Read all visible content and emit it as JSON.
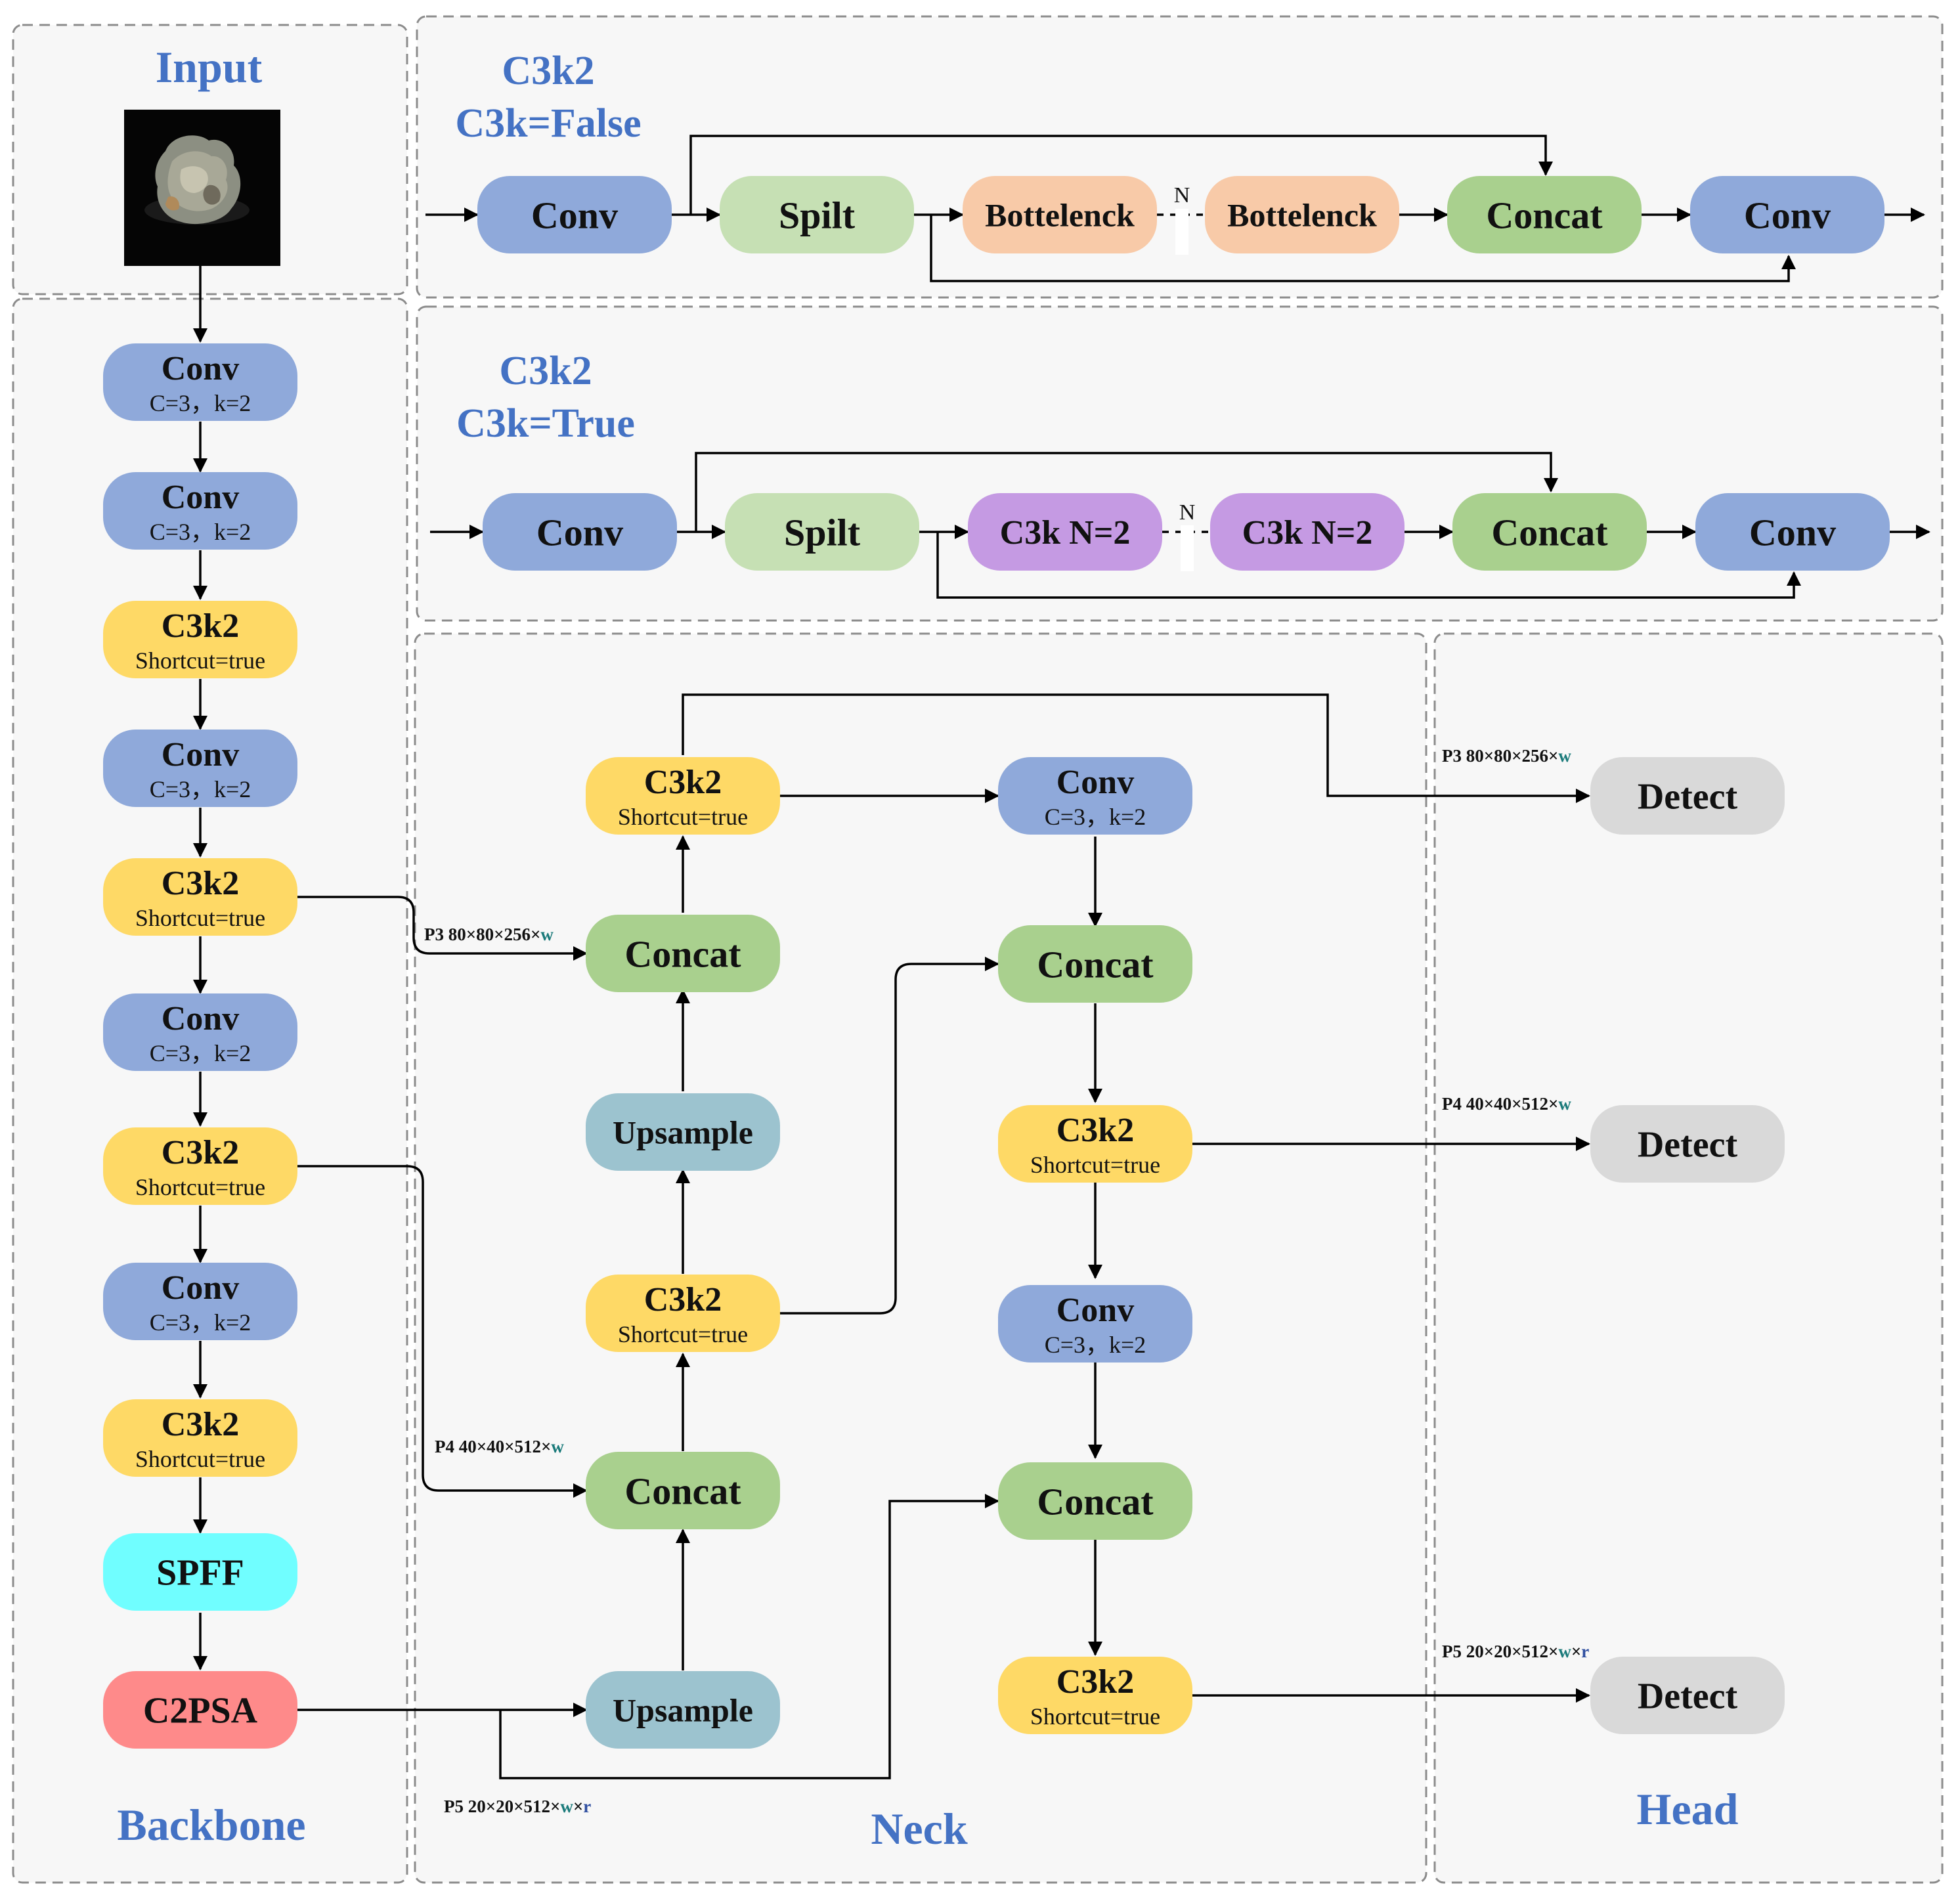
{
  "colors": {
    "conv": "#8fa9da",
    "c3k2": "#fed966",
    "concat": "#a9d08e",
    "upsample": "#9cc3cf",
    "spilt": "#c6e0b4",
    "bottleneck": "#f8caa8",
    "c3k": "#c59ae3",
    "spff": "#70feff",
    "c2psa": "#fe8a8a",
    "detect": "#d9d9d9",
    "title": "#4472c4",
    "panel_border": "#8c8c8c"
  },
  "panels": {
    "input": {
      "title": "Input",
      "image_icon": "mineral-sample-image"
    },
    "backbone": {
      "title": "Backbone",
      "nodes": [
        {
          "label": "Conv",
          "sub": "C=3，k=2"
        },
        {
          "label": "Conv",
          "sub": "C=3，k=2"
        },
        {
          "label": "C3k2",
          "sub": "Shortcut=true"
        },
        {
          "label": "Conv",
          "sub": "C=3，k=2"
        },
        {
          "label": "C3k2",
          "sub": "Shortcut=true"
        },
        {
          "label": "Conv",
          "sub": "C=3，k=2"
        },
        {
          "label": "C3k2",
          "sub": "Shortcut=true"
        },
        {
          "label": "Conv",
          "sub": "C=3，k=2"
        },
        {
          "label": "C3k2",
          "sub": "Shortcut=true"
        },
        {
          "label": "SPFF"
        },
        {
          "label": "C2PSA"
        }
      ]
    },
    "c3k_false": {
      "title_line1": "C3k2",
      "title_line2": "C3k=False",
      "repeat_mark": "N",
      "nodes": [
        "Conv",
        "Spilt",
        "Bottelenck",
        "Bottelenck",
        "Concat",
        "Conv"
      ]
    },
    "c3k_true": {
      "title_line1": "C3k2",
      "title_line2": "C3k=True",
      "repeat_mark": "N",
      "nodes": [
        "Conv",
        "Spilt",
        "C3k N=2",
        "C3k N=2",
        "Concat",
        "Conv"
      ]
    },
    "neck": {
      "title": "Neck",
      "left_column": [
        {
          "label": "C3k2",
          "sub": "Shortcut=true"
        },
        {
          "label": "Concat"
        },
        {
          "label": "Upsample"
        },
        {
          "label": "C3k2",
          "sub": "Shortcut=true"
        },
        {
          "label": "Concat"
        },
        {
          "label": "Upsample"
        }
      ],
      "right_column": [
        {
          "label": "Conv",
          "sub": "C=3，k=2"
        },
        {
          "label": "Concat"
        },
        {
          "label": "C3k2",
          "sub": "Shortcut=true"
        },
        {
          "label": "Conv",
          "sub": "C=3，k=2"
        },
        {
          "label": "Concat"
        },
        {
          "label": "C3k2",
          "sub": "Shortcut=true"
        }
      ]
    },
    "head": {
      "title": "Head",
      "detects": [
        "Detect",
        "Detect",
        "Detect"
      ]
    }
  },
  "feature_labels": {
    "p3_in": {
      "prefix": "P3 80×80×256×",
      "w": "w"
    },
    "p4_in": {
      "prefix": "P4 40×40×512×",
      "w": "w"
    },
    "p5_in": {
      "prefix": "P5 20×20×512×",
      "w": "w",
      "mid": "×",
      "r": "r"
    },
    "p3_head": {
      "prefix": "P3 80×80×256×",
      "w": "w"
    },
    "p4_head": {
      "prefix": "P4 40×40×512×",
      "w": "w"
    },
    "p5_head": {
      "prefix": "P5 20×20×512×",
      "w": "w",
      "mid": "×",
      "r": "r"
    }
  }
}
